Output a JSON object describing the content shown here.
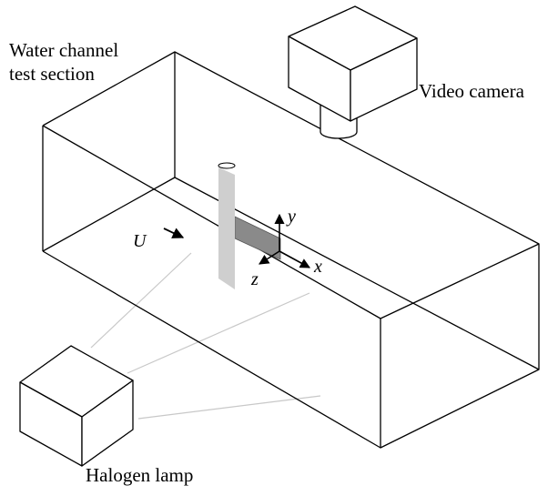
{
  "labels": {
    "water_channel_line1": "Water channel",
    "water_channel_line2": "test section",
    "video_camera": "Video camera",
    "halogen_lamp": "Halogen lamp"
  },
  "symbols": {
    "flow_velocity": "U",
    "axis_x": "x",
    "axis_y": "y",
    "axis_z": "z"
  },
  "colors": {
    "outline": "#000000",
    "light_beam": "#c8c8c8",
    "cylinder": "#cfcfcf",
    "laser_sheet": "#8a8a8a"
  }
}
